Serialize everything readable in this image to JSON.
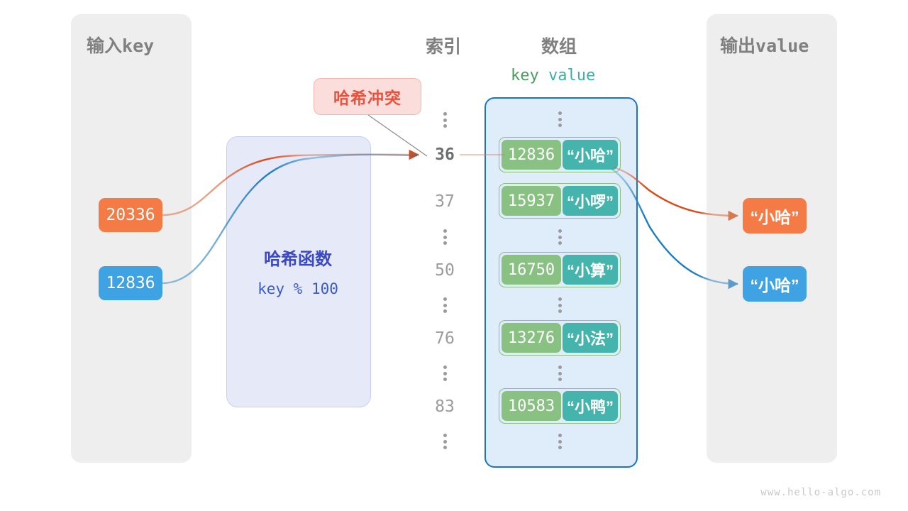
{
  "panels": {
    "input": {
      "title_cn": "输入",
      "title_mono": "key"
    },
    "output": {
      "title_cn": "输出",
      "title_mono": "value"
    }
  },
  "headings": {
    "index": "索引",
    "array": "数组",
    "key": "key",
    "value": "value"
  },
  "badge": {
    "label": "哈希冲突"
  },
  "hash_function": {
    "title": "哈希函数",
    "formula": "key % 100"
  },
  "inputs": [
    {
      "value": "20336",
      "color": "#F47B45"
    },
    {
      "value": "12836",
      "color": "#3FA2E3"
    }
  ],
  "outputs": [
    {
      "value": "“小哈”",
      "color": "#F47B45"
    },
    {
      "value": "“小哈”",
      "color": "#3FA2E3"
    }
  ],
  "indices": [
    {
      "label": "⋮",
      "kind": "dots"
    },
    {
      "label": "36",
      "kind": "num",
      "active": true
    },
    {
      "label": "37",
      "kind": "num",
      "active": false
    },
    {
      "label": "⋮",
      "kind": "dots"
    },
    {
      "label": "50",
      "kind": "num",
      "active": false
    },
    {
      "label": "⋮",
      "kind": "dots"
    },
    {
      "label": "76",
      "kind": "num",
      "active": false
    },
    {
      "label": "⋮",
      "kind": "dots"
    },
    {
      "label": "83",
      "kind": "num",
      "active": false
    },
    {
      "label": "⋮",
      "kind": "dots"
    }
  ],
  "array_rows": [
    {
      "kind": "dots"
    },
    {
      "kind": "pair",
      "key": "12836",
      "value": "“小哈”"
    },
    {
      "kind": "pair",
      "key": "15937",
      "value": "“小啰”"
    },
    {
      "kind": "dots"
    },
    {
      "kind": "pair",
      "key": "16750",
      "value": "“小算”"
    },
    {
      "kind": "dots"
    },
    {
      "kind": "pair",
      "key": "13276",
      "value": "“小法”"
    },
    {
      "kind": "dots"
    },
    {
      "kind": "pair",
      "key": "10583",
      "value": "“小鸭”"
    },
    {
      "kind": "dots"
    }
  ],
  "watermark": "www.hello-algo.com",
  "colors": {
    "panel_bg": "#EEEEEE",
    "array_bg": "#DEEDF9",
    "array_border": "#1C74C4",
    "cell_key": "#89C183",
    "cell_value": "#45B4AD",
    "cell_border": "#8FBE7E",
    "hash_bg": "#E6EAF8",
    "hash_text": "#3B49C4",
    "badge_bg": "#FBDEDB",
    "badge_text": "#E8533F",
    "orange": "#F47B45",
    "blue": "#3FA2E3",
    "muted_text": "#808080"
  }
}
